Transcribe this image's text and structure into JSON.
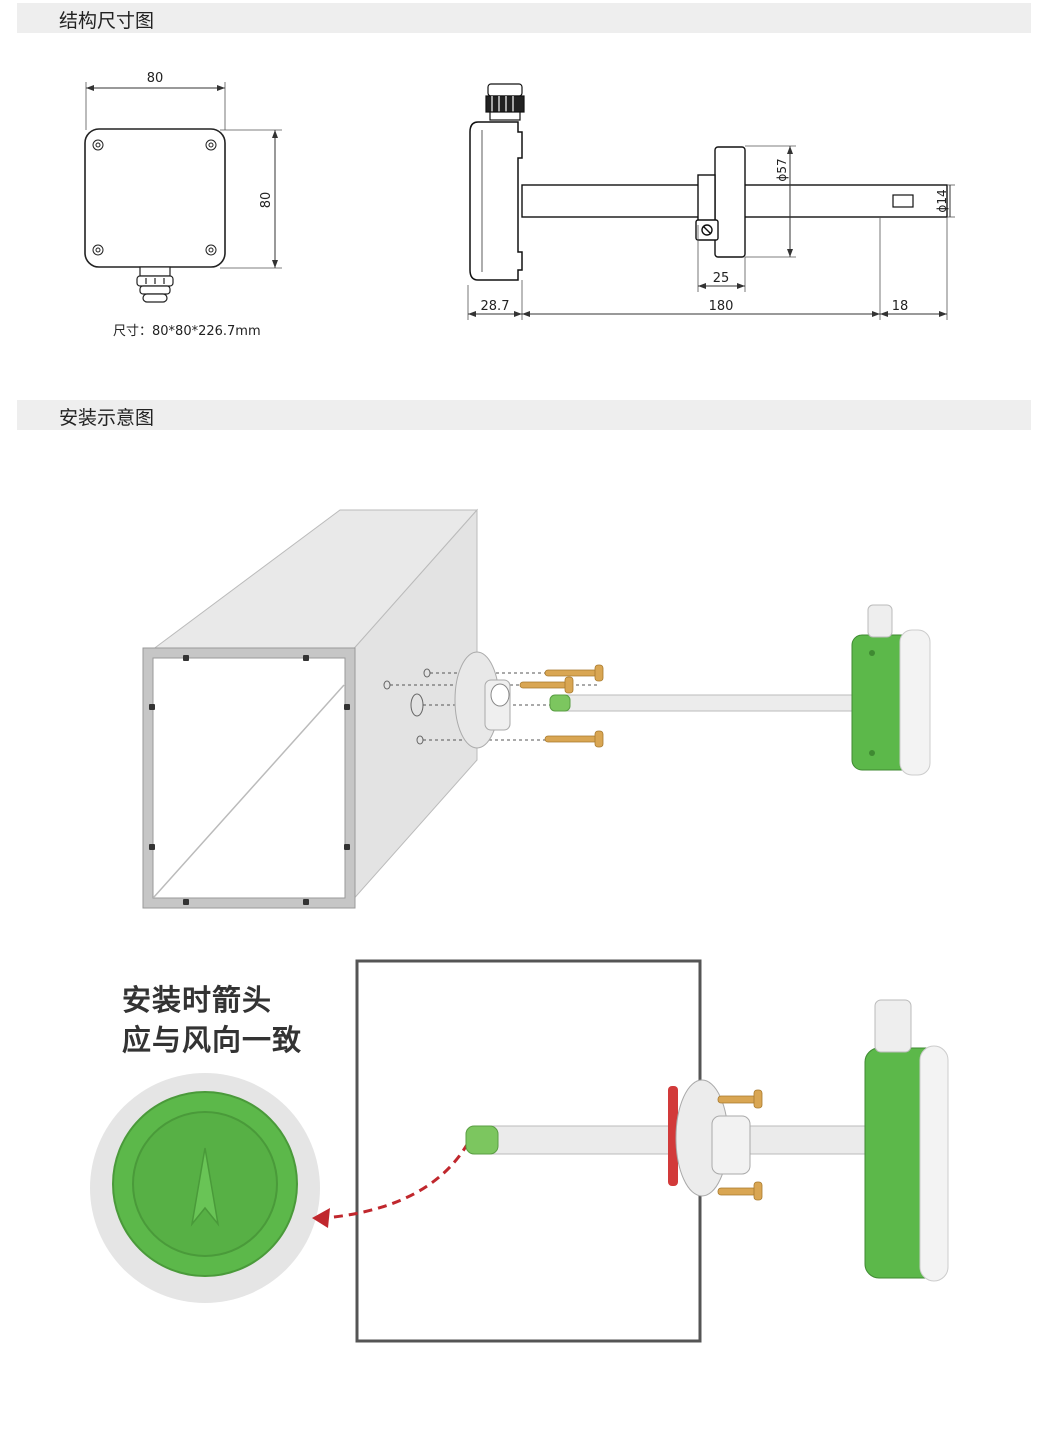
{
  "sections": {
    "structure_title": "结构尺寸图",
    "install_title": "安装示意图"
  },
  "front_view": {
    "width_label": "80",
    "height_label": "80",
    "size_note": "尺寸：80*80*226.7mm"
  },
  "side_view": {
    "body_depth": "28.7",
    "probe_length": "180",
    "tip_length": "18",
    "flange_width": "25",
    "flange_diameter": "ϕ57",
    "probe_diameter": "ϕ14"
  },
  "instruction": {
    "line1": "安装时箭头",
    "line2": "应与风向一致"
  },
  "colors": {
    "housing_green": "#5cb84a",
    "arrow_red": "#c0272d",
    "duct_gray": "#d9d9d9"
  }
}
